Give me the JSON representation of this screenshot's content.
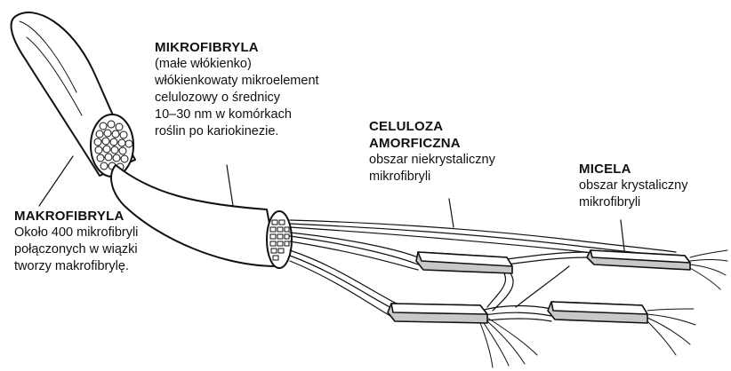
{
  "labels": {
    "mikrofibryla": {
      "title": "MIKROFIBRYLA",
      "lines": [
        "(małe włókienko)",
        "włókienkowaty mikroelement",
        "celulozowy o średnicy",
        "10–30 nm w komórkach",
        "roślin po kariokinezie."
      ]
    },
    "makrofibryla": {
      "title": "MAKROFIBRYLA",
      "lines": [
        "Około 400 mikrofibryli",
        "połączonych w wiązki",
        "tworzy makrofibrylę."
      ]
    },
    "celuloza": {
      "title_lines": [
        "CELULOZA",
        "AMORFICZNA"
      ],
      "lines": [
        "obszar niekrystaliczny",
        "mikrofibryli"
      ]
    },
    "micela": {
      "title": "MICELA",
      "lines": [
        "obszar krystaliczny",
        "mikrofibryli"
      ]
    }
  },
  "colors": {
    "ink": "#111111",
    "fill": "#ffffff",
    "block": "#c8c8c8"
  }
}
